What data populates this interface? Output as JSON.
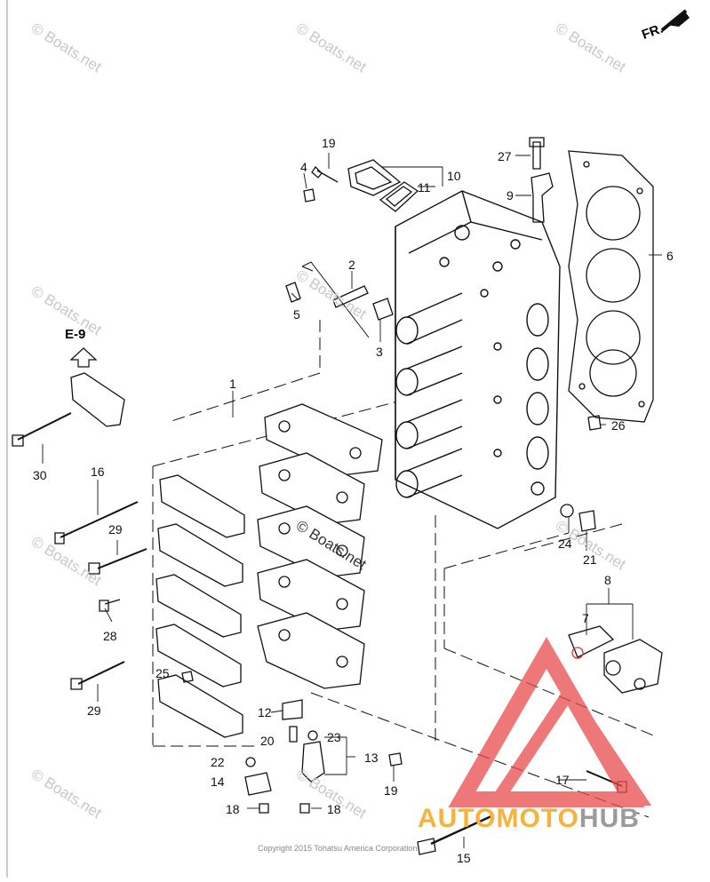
{
  "diagram": {
    "orientation_label": "FR.",
    "ref_label": "E-9",
    "part_numbers": [
      "1",
      "2",
      "3",
      "4",
      "5",
      "6",
      "7",
      "8",
      "9",
      "10",
      "11",
      "12",
      "13",
      "14",
      "15",
      "16",
      "17",
      "18",
      "18",
      "19",
      "19",
      "20",
      "21",
      "22",
      "23",
      "24",
      "25",
      "26",
      "27",
      "28",
      "29",
      "29",
      "30"
    ]
  },
  "watermark": {
    "text": "© Boats.net"
  },
  "copyright": "Copyright 2015 Tohatsu America Corporation",
  "logo": {
    "part1": "AUTOMOTO",
    "part2": "HUB"
  }
}
